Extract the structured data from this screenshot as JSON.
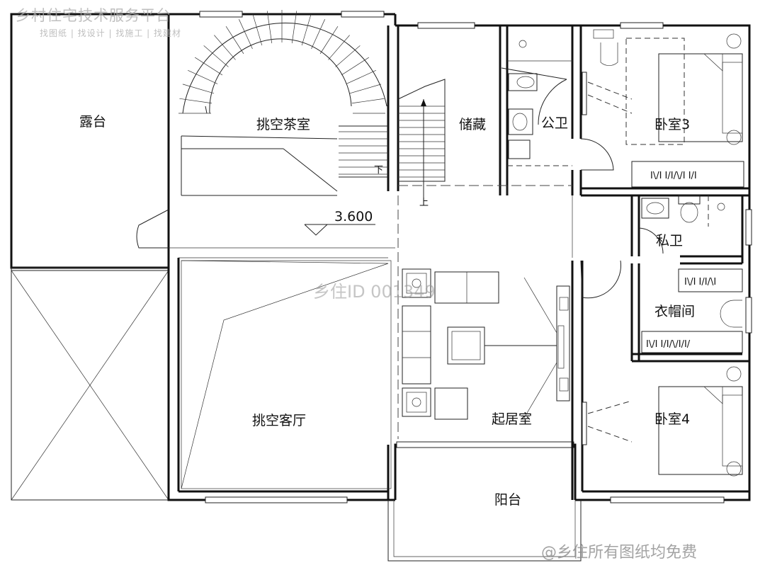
{
  "watermarks": {
    "brand": "乡村住宅技术服务平台",
    "tags": "找图纸 | 找设计 | 找施工 | 找建材",
    "center": "乡住ID 001349",
    "footer": "@乡住所有图纸均免费"
  },
  "rooms": {
    "terrace": "露台",
    "tea_room": "挑空茶室",
    "storage": "储藏",
    "public_wc": "公卫",
    "bedroom3": "卧室3",
    "private_wc": "私卫",
    "cloakroom": "衣帽间",
    "void_living": "挑空客厅",
    "family_room": "起居室",
    "bedroom4": "卧室4",
    "balcony": "阳台"
  },
  "annotations": {
    "elevation": "3.600",
    "stair_down": "下",
    "stair_up": "上"
  }
}
